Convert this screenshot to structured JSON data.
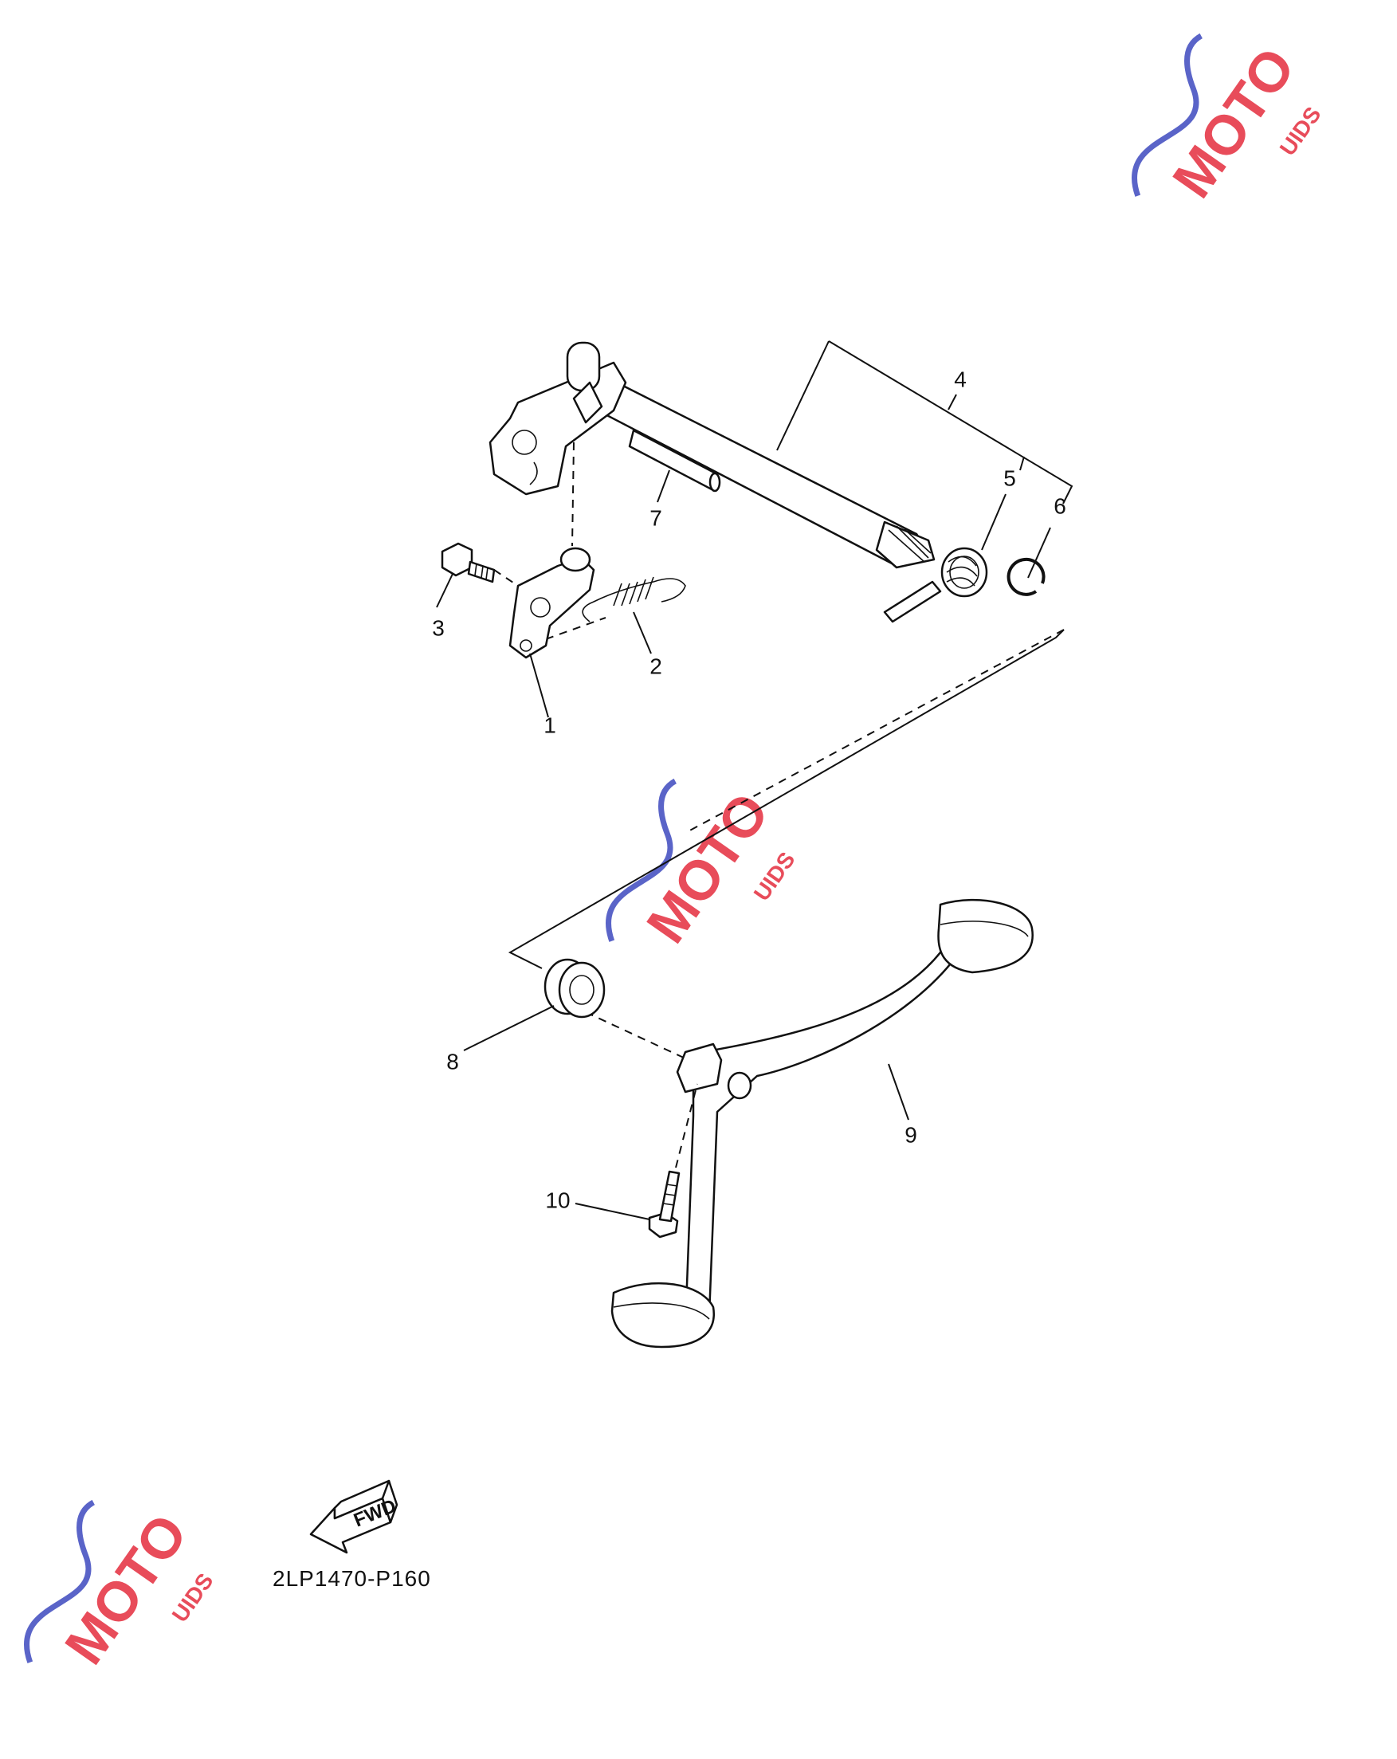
{
  "diagram": {
    "reference_code": "2LP1470-P160",
    "fwd_label": "FWD",
    "parts": [
      {
        "number": "1"
      },
      {
        "number": "2"
      },
      {
        "number": "3"
      },
      {
        "number": "4"
      },
      {
        "number": "5"
      },
      {
        "number": "6"
      },
      {
        "number": "7"
      },
      {
        "number": "8"
      },
      {
        "number": "9"
      },
      {
        "number": "10"
      }
    ]
  },
  "watermark": {
    "brand": "MOTO",
    "suffix": "UIDS",
    "colors": {
      "swoosh": "#5a64c8",
      "accent": "#e84c5a",
      "dark": "#444444"
    }
  }
}
